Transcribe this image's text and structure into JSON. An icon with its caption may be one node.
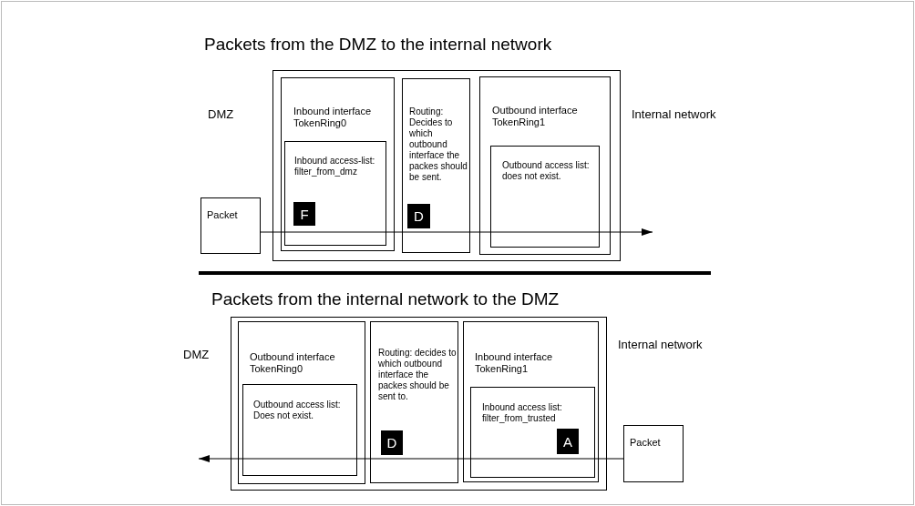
{
  "diagram": {
    "nodes": [
      {
        "text": [],
        "shape": "box"
      },
      {
        "text": [
          "Inbound interface TokenRing0"
        ],
        "in": 0
      },
      {
        "text": [
          "Inbound access-list: filter_from_dmz"
        ],
        "in": 1
      },
      {
        "text": [
          "F"
        ],
        "in": 2
      },
      {
        "text": [
          "Routing: Decides to which outbound interface the packes should be sent."
        ],
        "in": 0
      },
      {
        "text": [
          "D"
        ],
        "in": 4
      },
      {
        "text": [
          "Outbound interface TokenRing1"
        ],
        "in": 0
      },
      {
        "text": [
          "Outbound access list: does not exist."
        ],
        "in": 6
      },
      {
        "text": [
          "Packet"
        ]
      },
      {
        "text": [],
        "shape": "box"
      },
      {
        "text": [
          "Outbound interface TokenRing0"
        ],
        "in": 9
      },
      {
        "text": [
          "Outbound access list: Does not exist."
        ],
        "in": 10
      },
      {
        "text": [
          "Routing: decides to which outbound interface the packes should be sent to."
        ],
        "in": 9
      },
      {
        "text": [
          "D"
        ],
        "in": 12
      },
      {
        "text": [
          "Inbound interface TokenRing1"
        ],
        "in": 9
      },
      {
        "text": [
          "Inbound access list: filter_from_trusted"
        ],
        "in": 14
      },
      {
        "text": [
          "A"
        ],
        "in": 15
      },
      {
        "text": [
          "Packet"
        ]
      }
    ],
    "edges": [
      {
        "from": 8,
        "to": null,
        "arrow": "to"
      },
      {
        "from": 17,
        "to": null,
        "arrow": "to"
      }
    ],
    "labels": [
      "Packets from the DMZ to the internal network",
      "DMZ",
      "Internal network",
      "Packets from the internal network to the DMZ",
      "DMZ",
      "Internal network"
    ]
  }
}
